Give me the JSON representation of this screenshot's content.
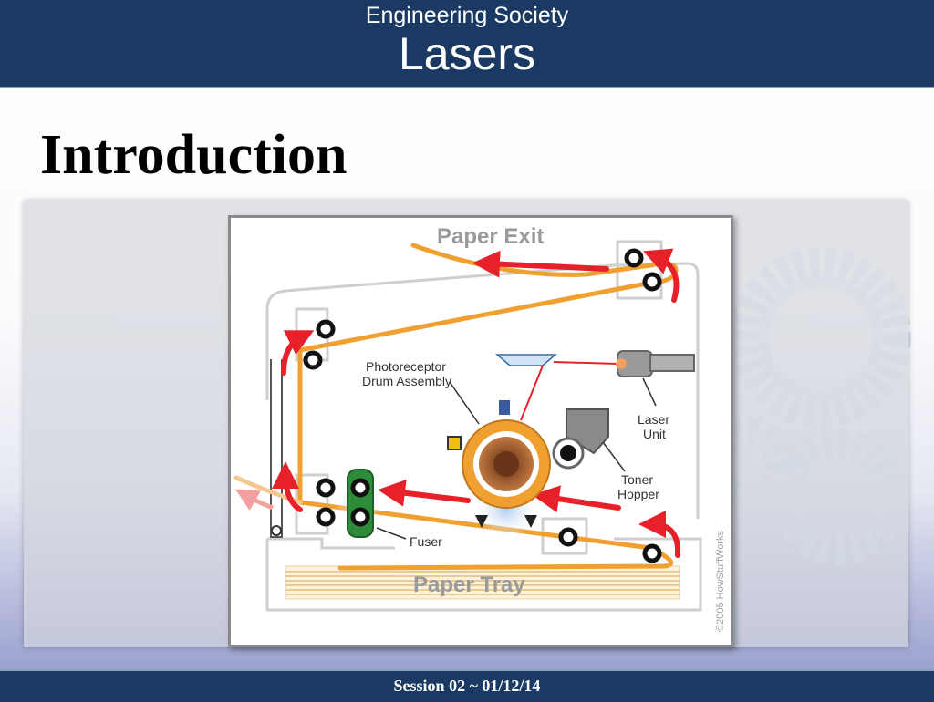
{
  "header": {
    "org": "Engineering Society",
    "title": "Lasers"
  },
  "slide": {
    "heading": "Introduction"
  },
  "diagram": {
    "labels": {
      "paper_exit": "Paper Exit",
      "photoreceptor_line1": "Photoreceptor",
      "photoreceptor_line2": "Drum Assembly",
      "laser_line1": "Laser",
      "laser_line2": "Unit",
      "toner_line1": "Toner",
      "toner_line2": "Hopper",
      "fuser": "Fuser",
      "paper_tray": "Paper Tray",
      "copyright": "©2005 HowStuffWorks"
    },
    "colors": {
      "paper_path": "#f0a030",
      "arrow": "#e8202a",
      "drum_orange": "#f0a030",
      "drum_core": "#8b4a24",
      "fuser_green": "#2e8b3a",
      "outline": "#c8c8c8"
    }
  },
  "footer": {
    "session": "Session 02 ~ 01/12/14"
  }
}
